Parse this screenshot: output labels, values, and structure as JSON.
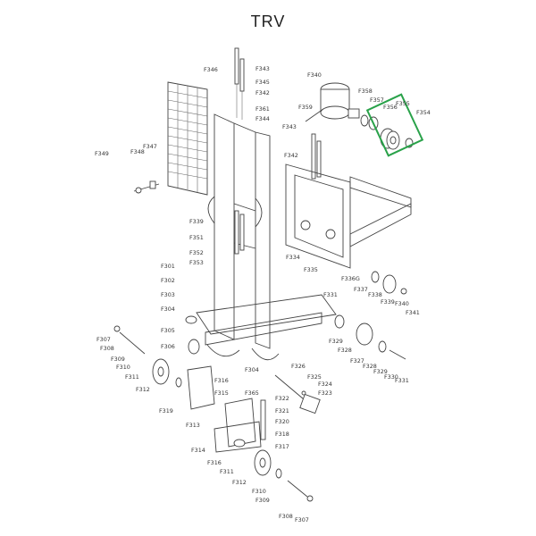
{
  "title": "TRV",
  "highlight_color": "#2aa24a",
  "labels": [
    "F343",
    "F345",
    "F342",
    "F361",
    "F344",
    "F346",
    "F340",
    "F358",
    "F357",
    "F356",
    "F355",
    "F354",
    "F359",
    "F343",
    "F347",
    "F348",
    "F349",
    "F342",
    "F339",
    "F351",
    "F352",
    "F353",
    "F334",
    "F335",
    "F336G",
    "F337",
    "F338",
    "F339",
    "F340",
    "F341",
    "F301",
    "F302",
    "F303",
    "F304",
    "F305",
    "F306",
    "F331",
    "F307",
    "F308",
    "F309",
    "F310",
    "F311",
    "F312",
    "F319",
    "F329",
    "F328",
    "F327",
    "F328",
    "F329",
    "F330",
    "F331",
    "F326",
    "F325",
    "F324",
    "F323",
    "F322",
    "F321",
    "F320",
    "F316",
    "F315",
    "F304",
    "F365",
    "F313",
    "F314",
    "F318",
    "F317",
    "F316",
    "F311",
    "F312",
    "F310",
    "F309",
    "F308",
    "F307"
  ]
}
